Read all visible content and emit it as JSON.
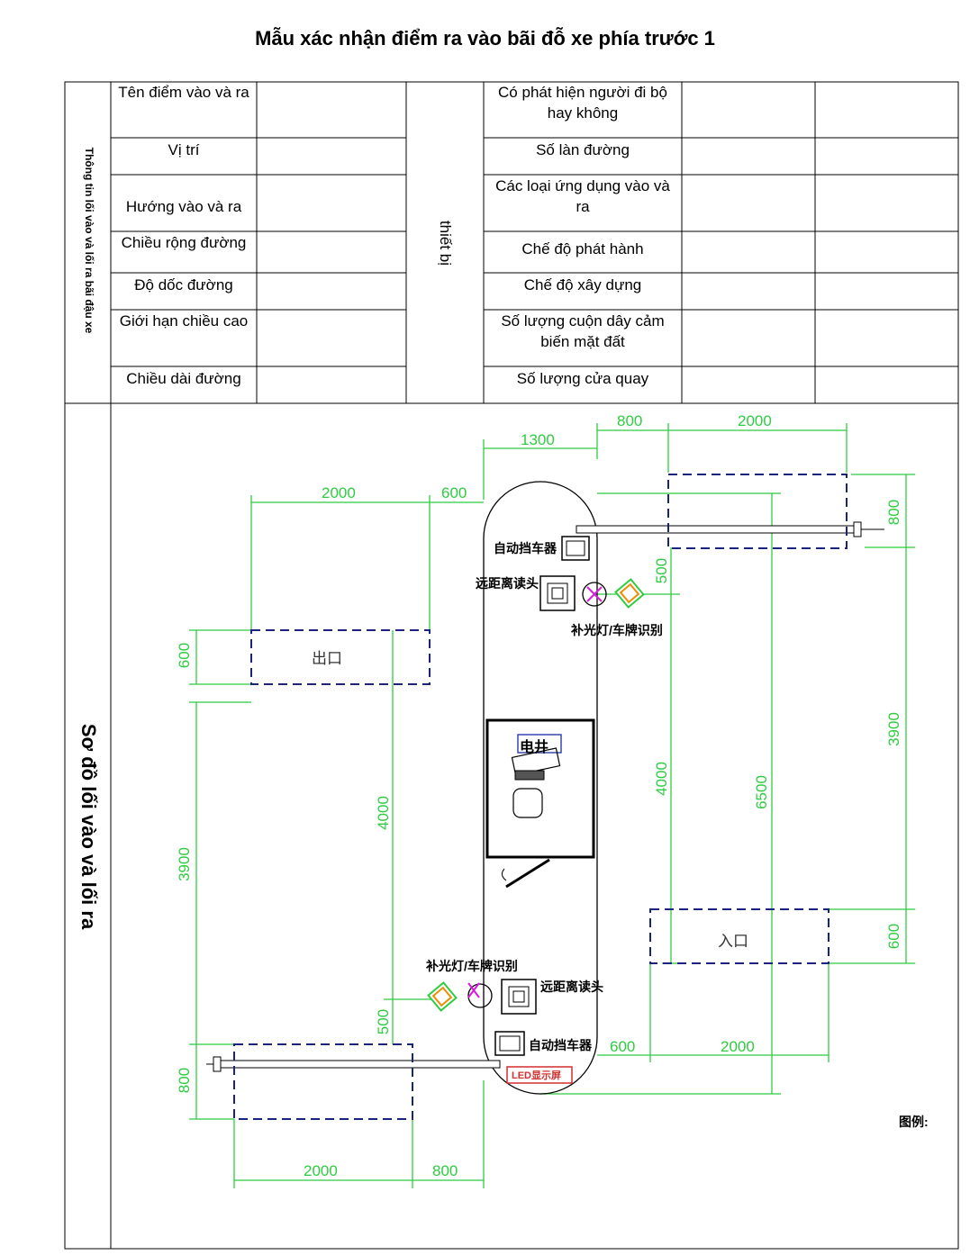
{
  "title": "Mẫu xác nhận điểm ra vào bãi đỗ xe phía trước 1",
  "section_info": "Thông tin lối vào và lối ra bãi đậu xe",
  "section_device": "thiết bị",
  "section_diagram": "Sơ đồ lối vào và lối ra",
  "left_rows": [
    "Tên điểm vào và ra",
    "Vị trí",
    "Hướng vào và ra",
    "Chiều rộng đường",
    "Độ dốc đường",
    "Giới hạn chiều cao",
    "Chiều dài đường"
  ],
  "right_rows": [
    "Có phát hiện người đi bộ hay không",
    "Số làn đường",
    "Các loại ứng dụng vào và ra",
    "Chế độ phát hành",
    "Chế độ xây dựng",
    "Số lượng cuộn dây cảm biến mặt đất",
    "Số lượng cửa quay"
  ],
  "diagram": {
    "exit_label": "出口",
    "entry_label": "入口",
    "barrier_top": "自动挡车器",
    "barrier_bottom": "自动挡车器",
    "reader_top": "远距离读头",
    "reader_bottom": "远距离读头",
    "camera_top": "补光灯/车牌识别",
    "camera_bottom": "补光灯/车牌识别",
    "booth": "电井",
    "led": "LED显示屏",
    "legend": "图例:",
    "dims": {
      "top_1300": "1300",
      "top_800": "800",
      "top_2000": "2000",
      "left_2000": "2000",
      "left_600": "600",
      "right_800": "800",
      "right_500": "500",
      "left_600v": "600",
      "right_3900": "3900",
      "center_4000": "4000",
      "right_4000": "4000",
      "right_6500": "6500",
      "left_3900": "3900",
      "right_600v": "600",
      "left_500": "500",
      "bottom_600": "600",
      "bottom_2000r": "2000",
      "left_800v": "800",
      "bottom_2000": "2000",
      "bottom_800": "800"
    }
  }
}
